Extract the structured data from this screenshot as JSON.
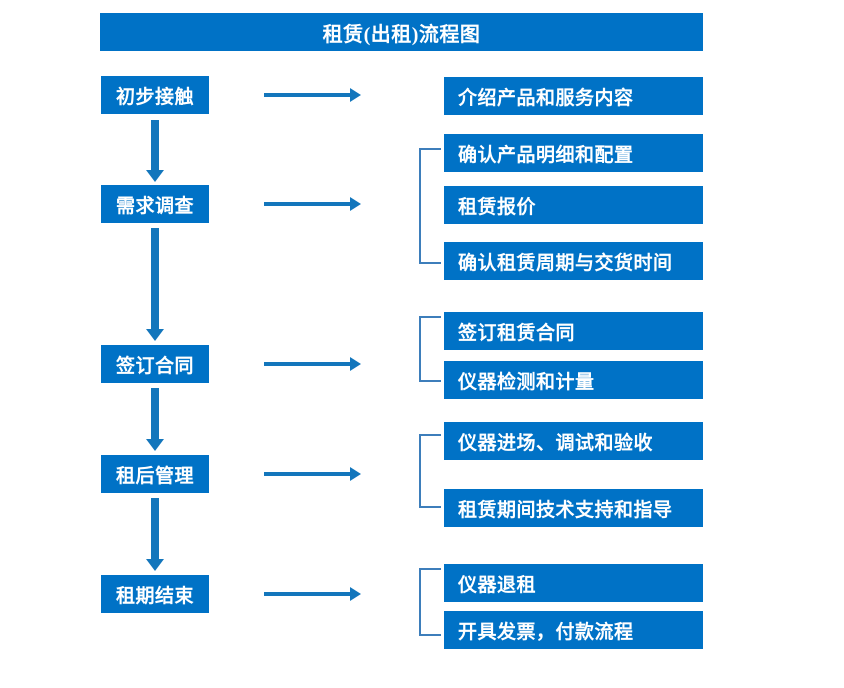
{
  "diagram": {
    "title": "租赁(出租)流程图",
    "colors": {
      "box_fill": "#0072C6",
      "box_text": "#FFFFFF",
      "arrow": "#1376BC",
      "bracket": "#3D7EBB",
      "background": "#FFFFFF"
    },
    "stages": [
      {
        "label": "初步接触"
      },
      {
        "label": "需求调查"
      },
      {
        "label": "签订合同"
      },
      {
        "label": "租后管理"
      },
      {
        "label": "租期结束"
      }
    ],
    "details": [
      {
        "label": "介绍产品和服务内容"
      },
      {
        "label": "确认产品明细和配置"
      },
      {
        "label": "租赁报价"
      },
      {
        "label": "确认租赁周期与交货时间"
      },
      {
        "label": "签订租赁合同"
      },
      {
        "label": "仪器检测和计量"
      },
      {
        "label": "仪器进场、调试和验收"
      },
      {
        "label": "租赁期间技术支持和指导"
      },
      {
        "label": "仪器退租"
      },
      {
        "label": "开具发票，付款流程"
      }
    ],
    "connectors": {
      "horizontal_arrow_count": 5,
      "vertical_arrow_count": 4,
      "bracket_count": 4
    }
  }
}
